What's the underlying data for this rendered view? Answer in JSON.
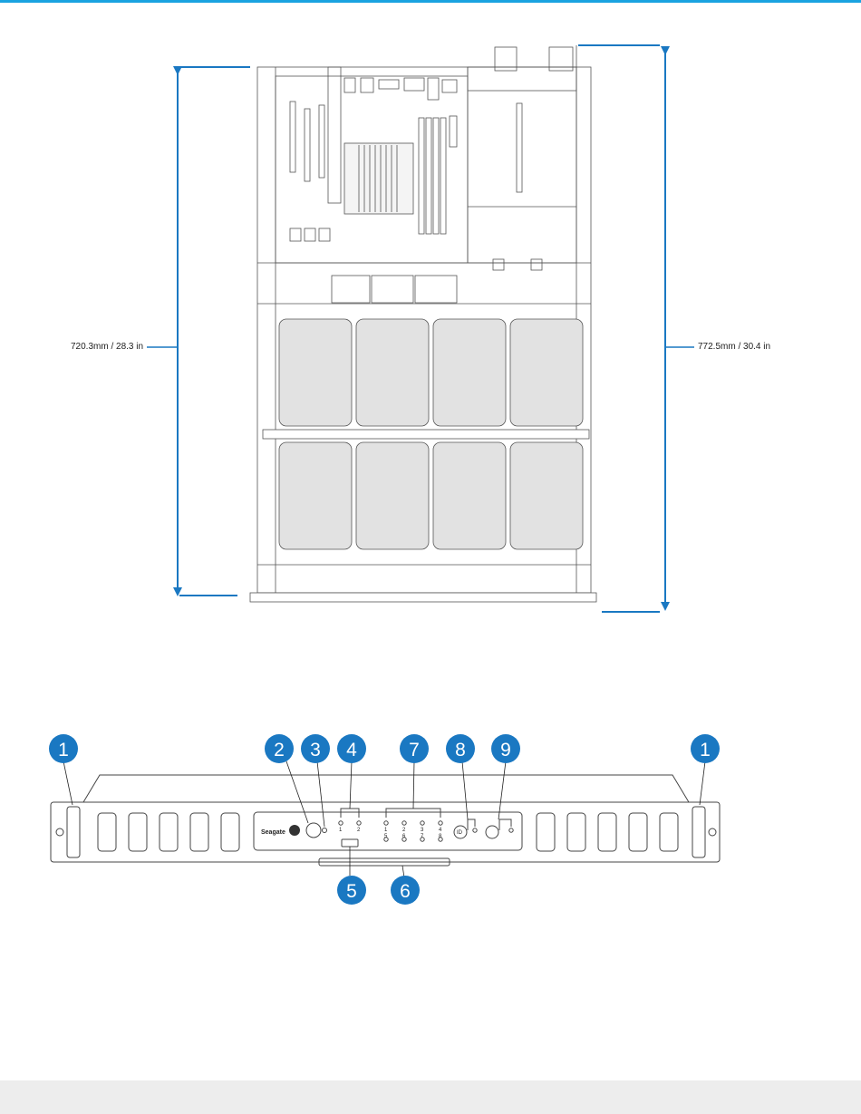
{
  "dimensions": {
    "depth_left": "720.3mm / 28.3 in",
    "depth_right": "772.5mm / 30.4 in"
  },
  "front_panel": {
    "logo": "Seagate",
    "callouts": [
      "1",
      "2",
      "3",
      "4",
      "5",
      "6",
      "7",
      "8",
      "9",
      "1"
    ],
    "psu_led_labels": [
      "1",
      "2"
    ],
    "drive_led_labels_top": [
      "1",
      "2",
      "3",
      "4"
    ],
    "drive_led_labels_bottom": [
      "5",
      "6",
      "7",
      "8"
    ],
    "id_button_label": "ID"
  },
  "colors": {
    "accent": "#1a78c2",
    "outline": "#555555",
    "drive_fill": "#e2e2e2"
  }
}
